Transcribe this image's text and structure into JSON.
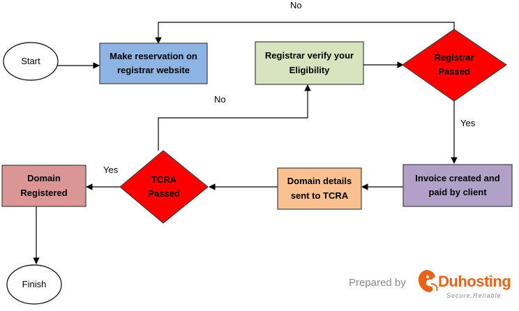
{
  "nodes": {
    "start": "Start",
    "make_reservation": [
      "Make reservation on",
      "registrar website"
    ],
    "registrar_verify": [
      "Registrar verify your",
      "Eligibility"
    ],
    "registrar_passed": [
      "Registrar",
      "Passed"
    ],
    "invoice": [
      "Invoice created and",
      "paid by client"
    ],
    "domain_details": [
      "Domain details",
      "sent to TCRA"
    ],
    "tcra_passed": [
      "TCRA",
      "Passed"
    ],
    "domain_registered": [
      "Domain",
      "Registered"
    ],
    "finish": "Finish"
  },
  "edge_labels": {
    "registrar_no": "No",
    "registrar_yes": "Yes",
    "tcra_no": "No",
    "tcra_yes": "Yes"
  },
  "branding": {
    "prepared_by": "Prepared by",
    "brand_name": "Duhosting",
    "tagline": "Secure.Reliable"
  },
  "colors": {
    "process_blue": "#8db4e2",
    "process_green": "#d7e4bd",
    "decision_red": "#ff0000",
    "process_purple": "#b1a0c7",
    "process_orange": "#fac090",
    "process_pink": "#da9694",
    "border": "#3f3f3f",
    "brand_orange": "#e8631a"
  }
}
